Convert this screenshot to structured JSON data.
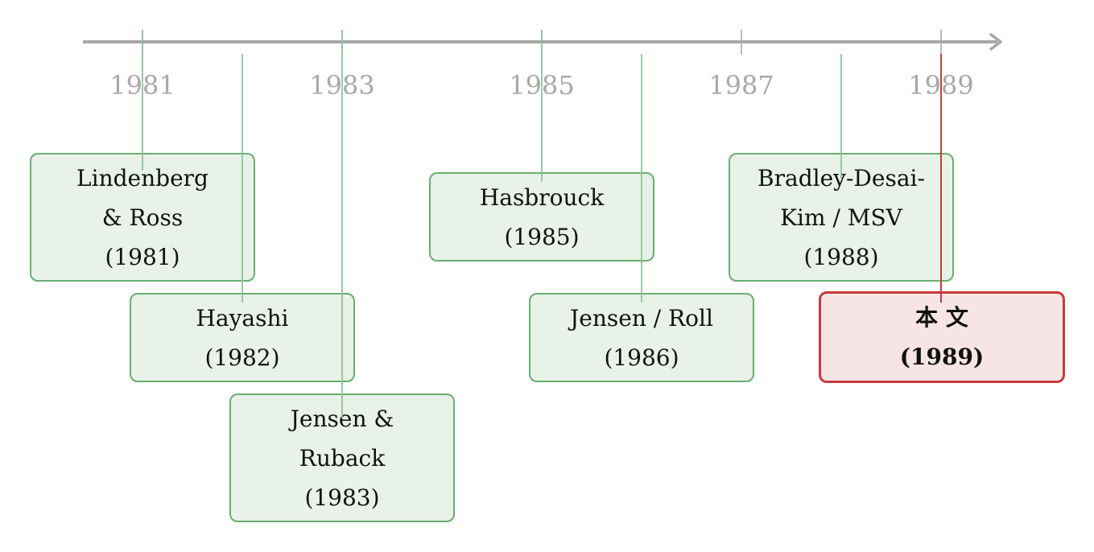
{
  "axis": {
    "color": "#a8a8a8",
    "labels": [
      {
        "year": 1981,
        "text": "1981"
      },
      {
        "year": 1983,
        "text": "1983"
      },
      {
        "year": 1985,
        "text": "1985"
      },
      {
        "year": 1987,
        "text": "1987"
      },
      {
        "year": 1989,
        "text": "1989"
      }
    ],
    "ticks": [
      1981,
      1983,
      1985,
      1987,
      1989
    ]
  },
  "events": [
    {
      "id": "lindenberg-ross",
      "year": 1981,
      "lines": [
        "Lindenberg",
        "& Ross",
        "(1981)"
      ],
      "highlight": false
    },
    {
      "id": "hayashi",
      "year": 1982,
      "lines": [
        "Hayashi",
        "(1982)"
      ],
      "highlight": false
    },
    {
      "id": "jensen-ruback",
      "year": 1983,
      "lines": [
        "Jensen &",
        "Ruback",
        "(1983)"
      ],
      "highlight": false
    },
    {
      "id": "hasbrouck",
      "year": 1985,
      "lines": [
        "Hasbrouck",
        "(1985)"
      ],
      "highlight": false
    },
    {
      "id": "jensen-roll",
      "year": 1986,
      "lines": [
        "Jensen / Roll",
        "(1986)"
      ],
      "highlight": false
    },
    {
      "id": "bradley-desai-kim",
      "year": 1988,
      "lines": [
        "Bradley-Desai-",
        "Kim / MSV",
        "(1988)"
      ],
      "highlight": false
    },
    {
      "id": "this-paper",
      "year": 1989,
      "lines": [
        "本 文",
        "(1989)"
      ],
      "highlight": true
    }
  ],
  "colors": {
    "connector": "#8dc493",
    "card_border": "#6aae6f",
    "card_fill": "#e8f2e8",
    "highlight_border": "#c93a3a",
    "highlight_fill": "#f7e5e5",
    "highlight_connector": "#c93a3a"
  }
}
